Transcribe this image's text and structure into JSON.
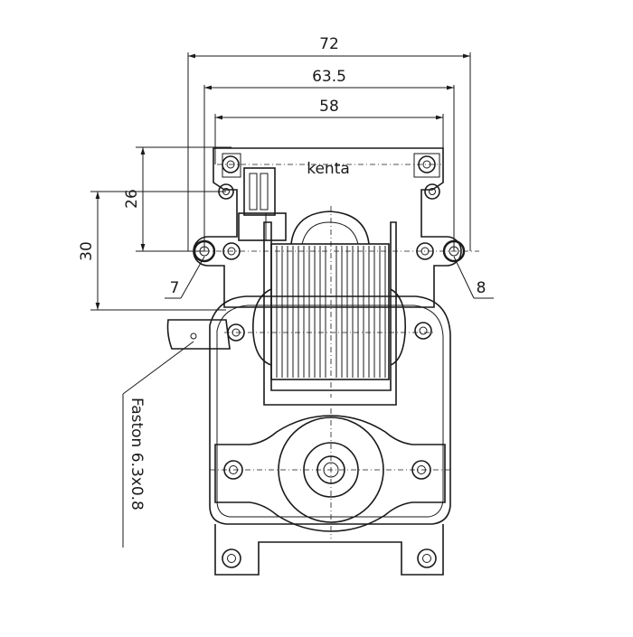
{
  "diagram": {
    "brand": "kenta",
    "dimensions": {
      "width_overall": "72",
      "width_mid": "63.5",
      "width_inner": "58",
      "height_top": "26",
      "height_side": "30"
    },
    "callouts": {
      "left_hole": "7",
      "right_hole": "8",
      "connector": "Faston 6.3x0.8"
    }
  }
}
